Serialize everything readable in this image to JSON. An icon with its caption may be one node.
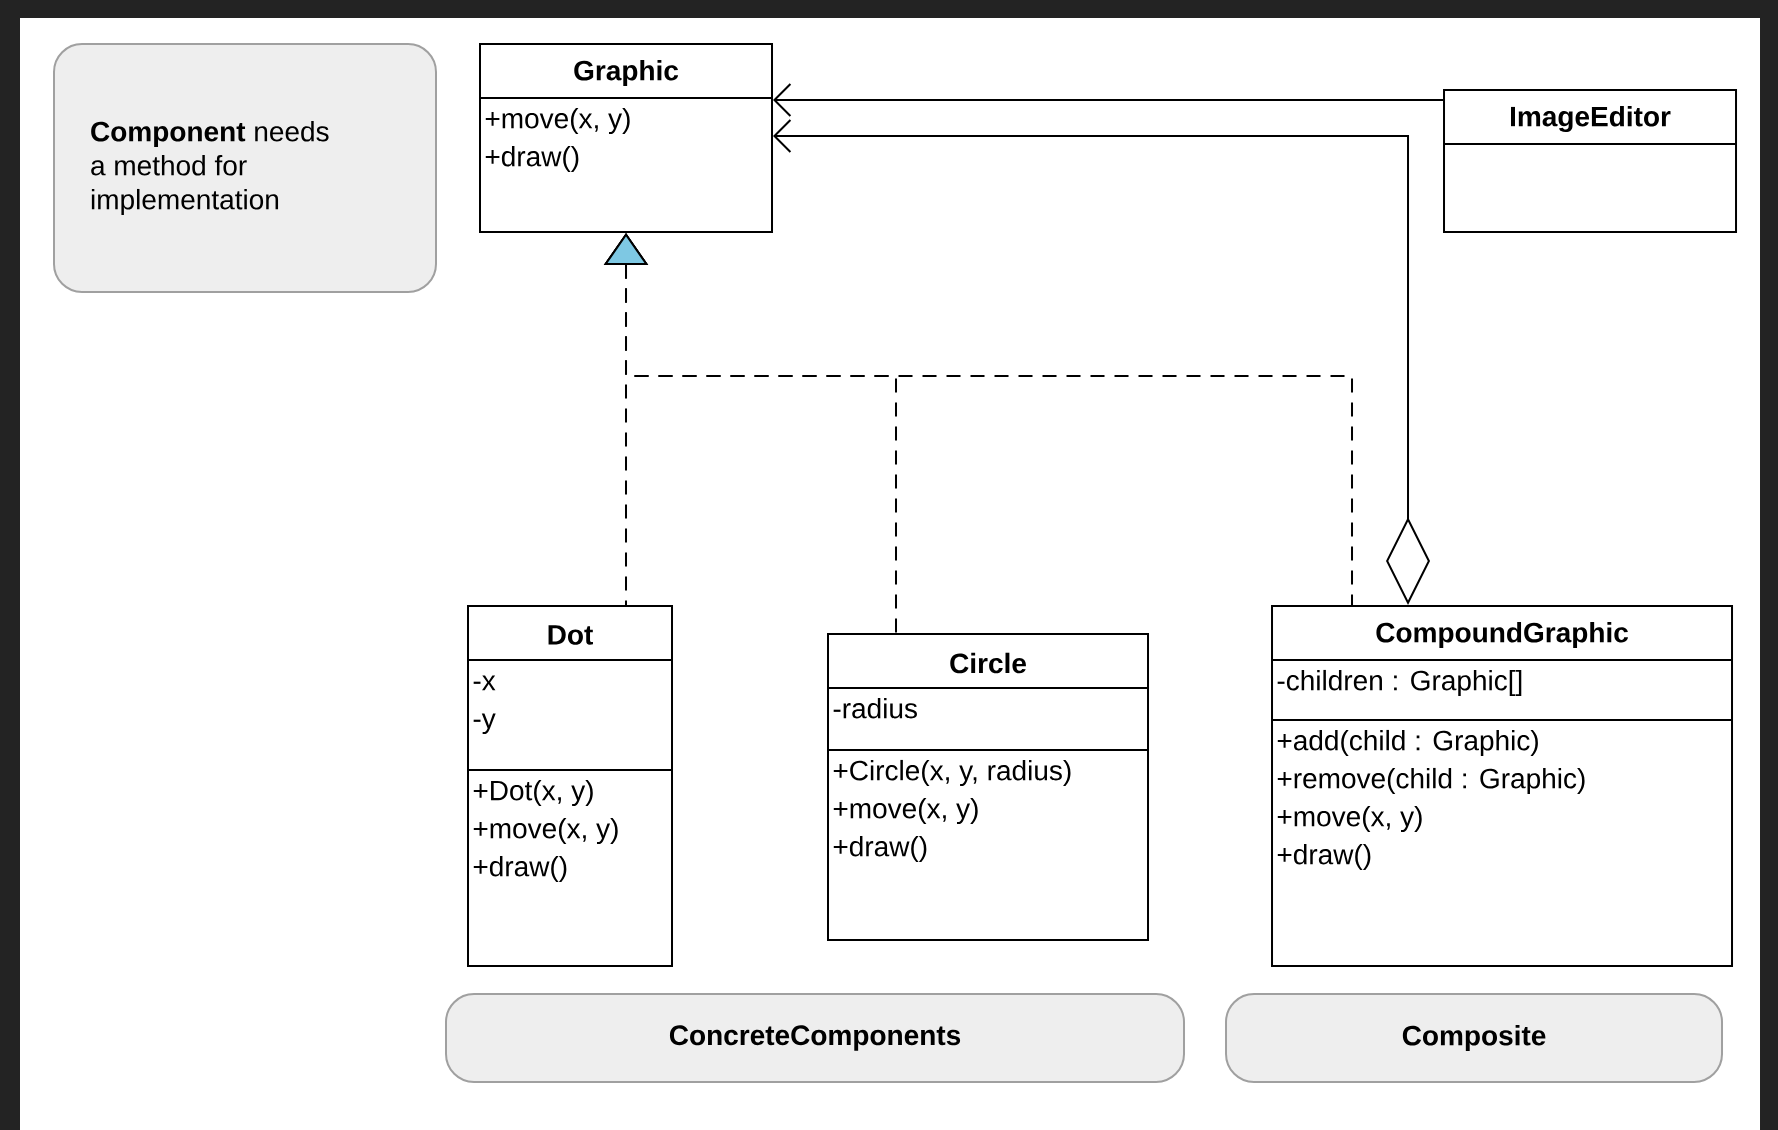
{
  "diagram": {
    "nodes": [
      {
        "text": [
          "**Component** needs a method for implementation"
        ]
      },
      {
        "text": [
          "Graphic",
          "+move(x, y)",
          "+draw()"
        ]
      },
      {
        "text": [
          "ImageEditor"
        ]
      },
      {
        "text": [
          "Dot",
          "-x",
          "-y",
          "+Dot(x, y)",
          "+move(x, y)",
          "+draw()"
        ]
      },
      {
        "text": [
          "Circle",
          "-radius",
          "+Circle(x, y, radius)",
          "+move(x, y)",
          "+draw()"
        ]
      },
      {
        "text": [
          "CompoundGraphic",
          "-children : Graphic[]",
          "+add(child : Graphic)",
          "+remove(child : Graphic)",
          "+move(x, y)",
          "+draw()"
        ]
      },
      {
        "text": [
          "ConcreteComponents"
        ]
      },
      {
        "text": [
          "Composite"
        ]
      }
    ],
    "edges": [
      {
        "from": 2,
        "to": 1,
        "arrow": "to"
      },
      {
        "from": 5,
        "to": 1,
        "arrow": "to"
      },
      {
        "from": 3,
        "to": 1,
        "arrow": "to",
        "style": "dashed"
      },
      {
        "from": 4,
        "to": 1,
        "arrow": "to",
        "style": "dashed"
      },
      {
        "from": 5,
        "to": 1,
        "arrow": "to",
        "style": "dashed"
      }
    ]
  }
}
